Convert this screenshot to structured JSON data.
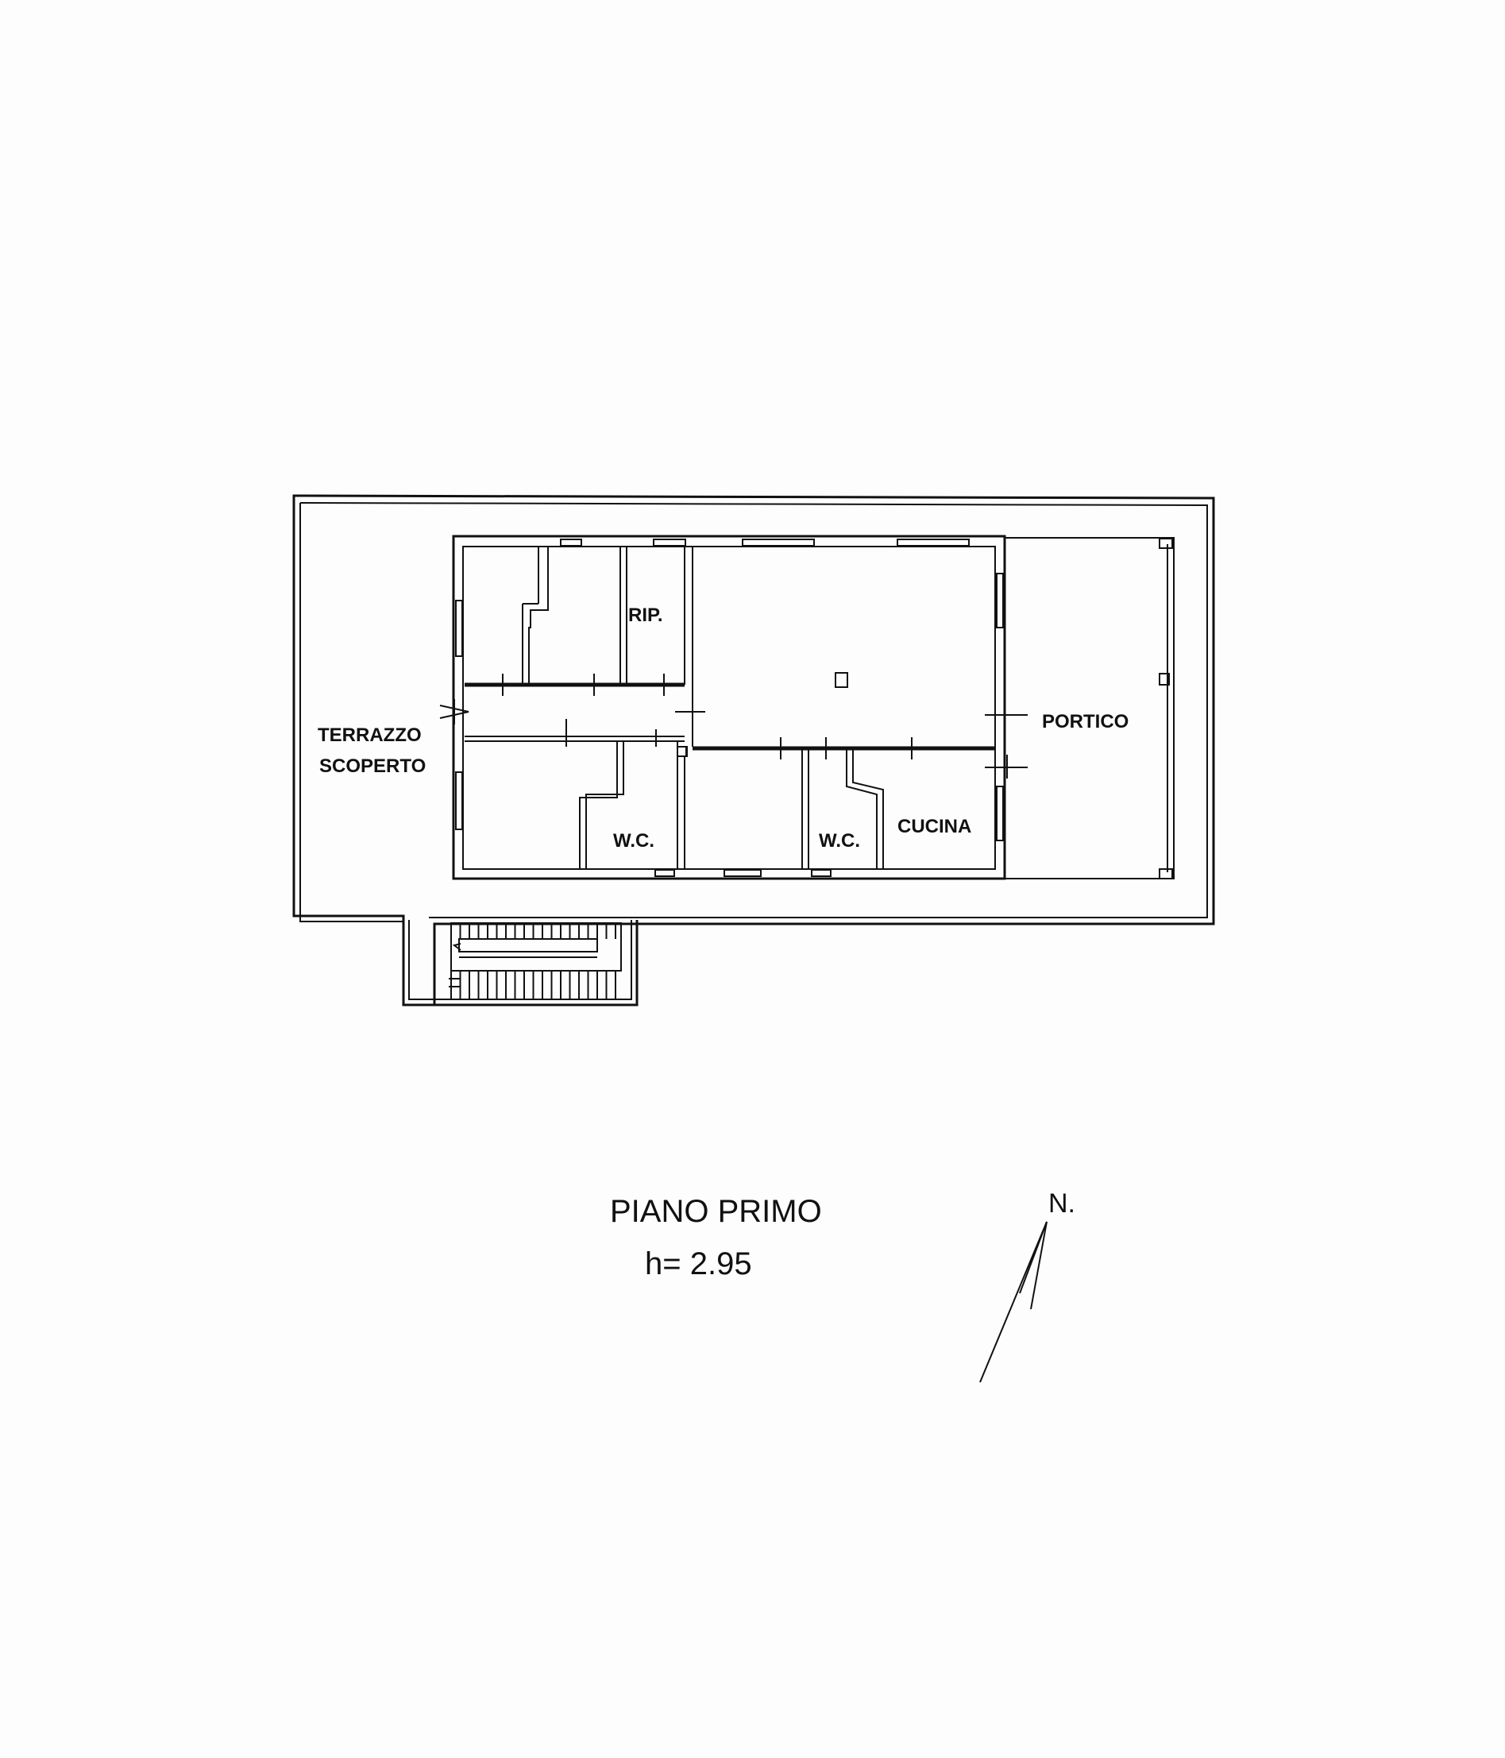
{
  "plan": {
    "rooms": {
      "terrace_line1": "TERRAZZO",
      "terrace_line2": "SCOPERTO",
      "storage": "RIP.",
      "wc_left": "W.C.",
      "wc_right": "W.C.",
      "kitchen": "CUCINA",
      "portico": "PORTICO"
    }
  },
  "caption": {
    "title": "PIANO PRIMO",
    "height": "h= 2.95"
  },
  "north": {
    "label": "N."
  }
}
